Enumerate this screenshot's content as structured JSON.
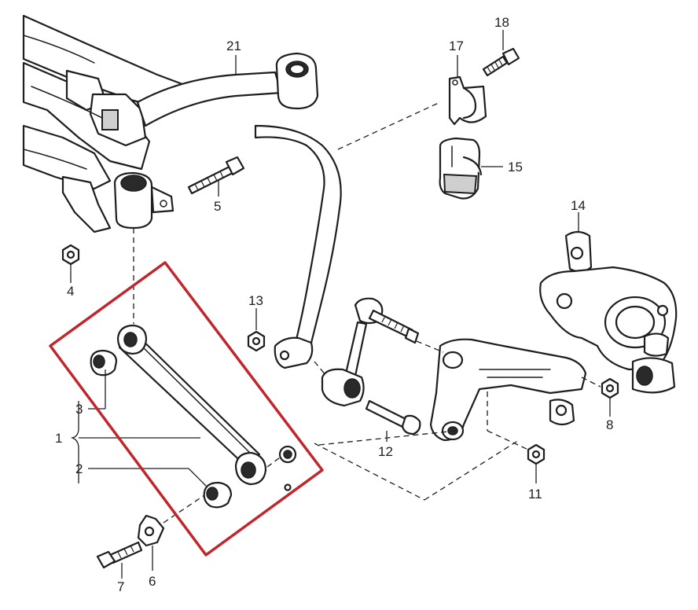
{
  "diagram": {
    "callouts": {
      "c1": "1",
      "c2": "2",
      "c3": "3",
      "c4": "4",
      "c5": "5",
      "c6": "6",
      "c7": "7",
      "c8": "8",
      "c11": "11",
      "c12": "12",
      "c13": "13",
      "c14": "14",
      "c15": "15",
      "c17": "17",
      "c18": "18",
      "c21": "21"
    },
    "highlight_color": "#c0272d",
    "line_color": "#1e1e1e"
  }
}
